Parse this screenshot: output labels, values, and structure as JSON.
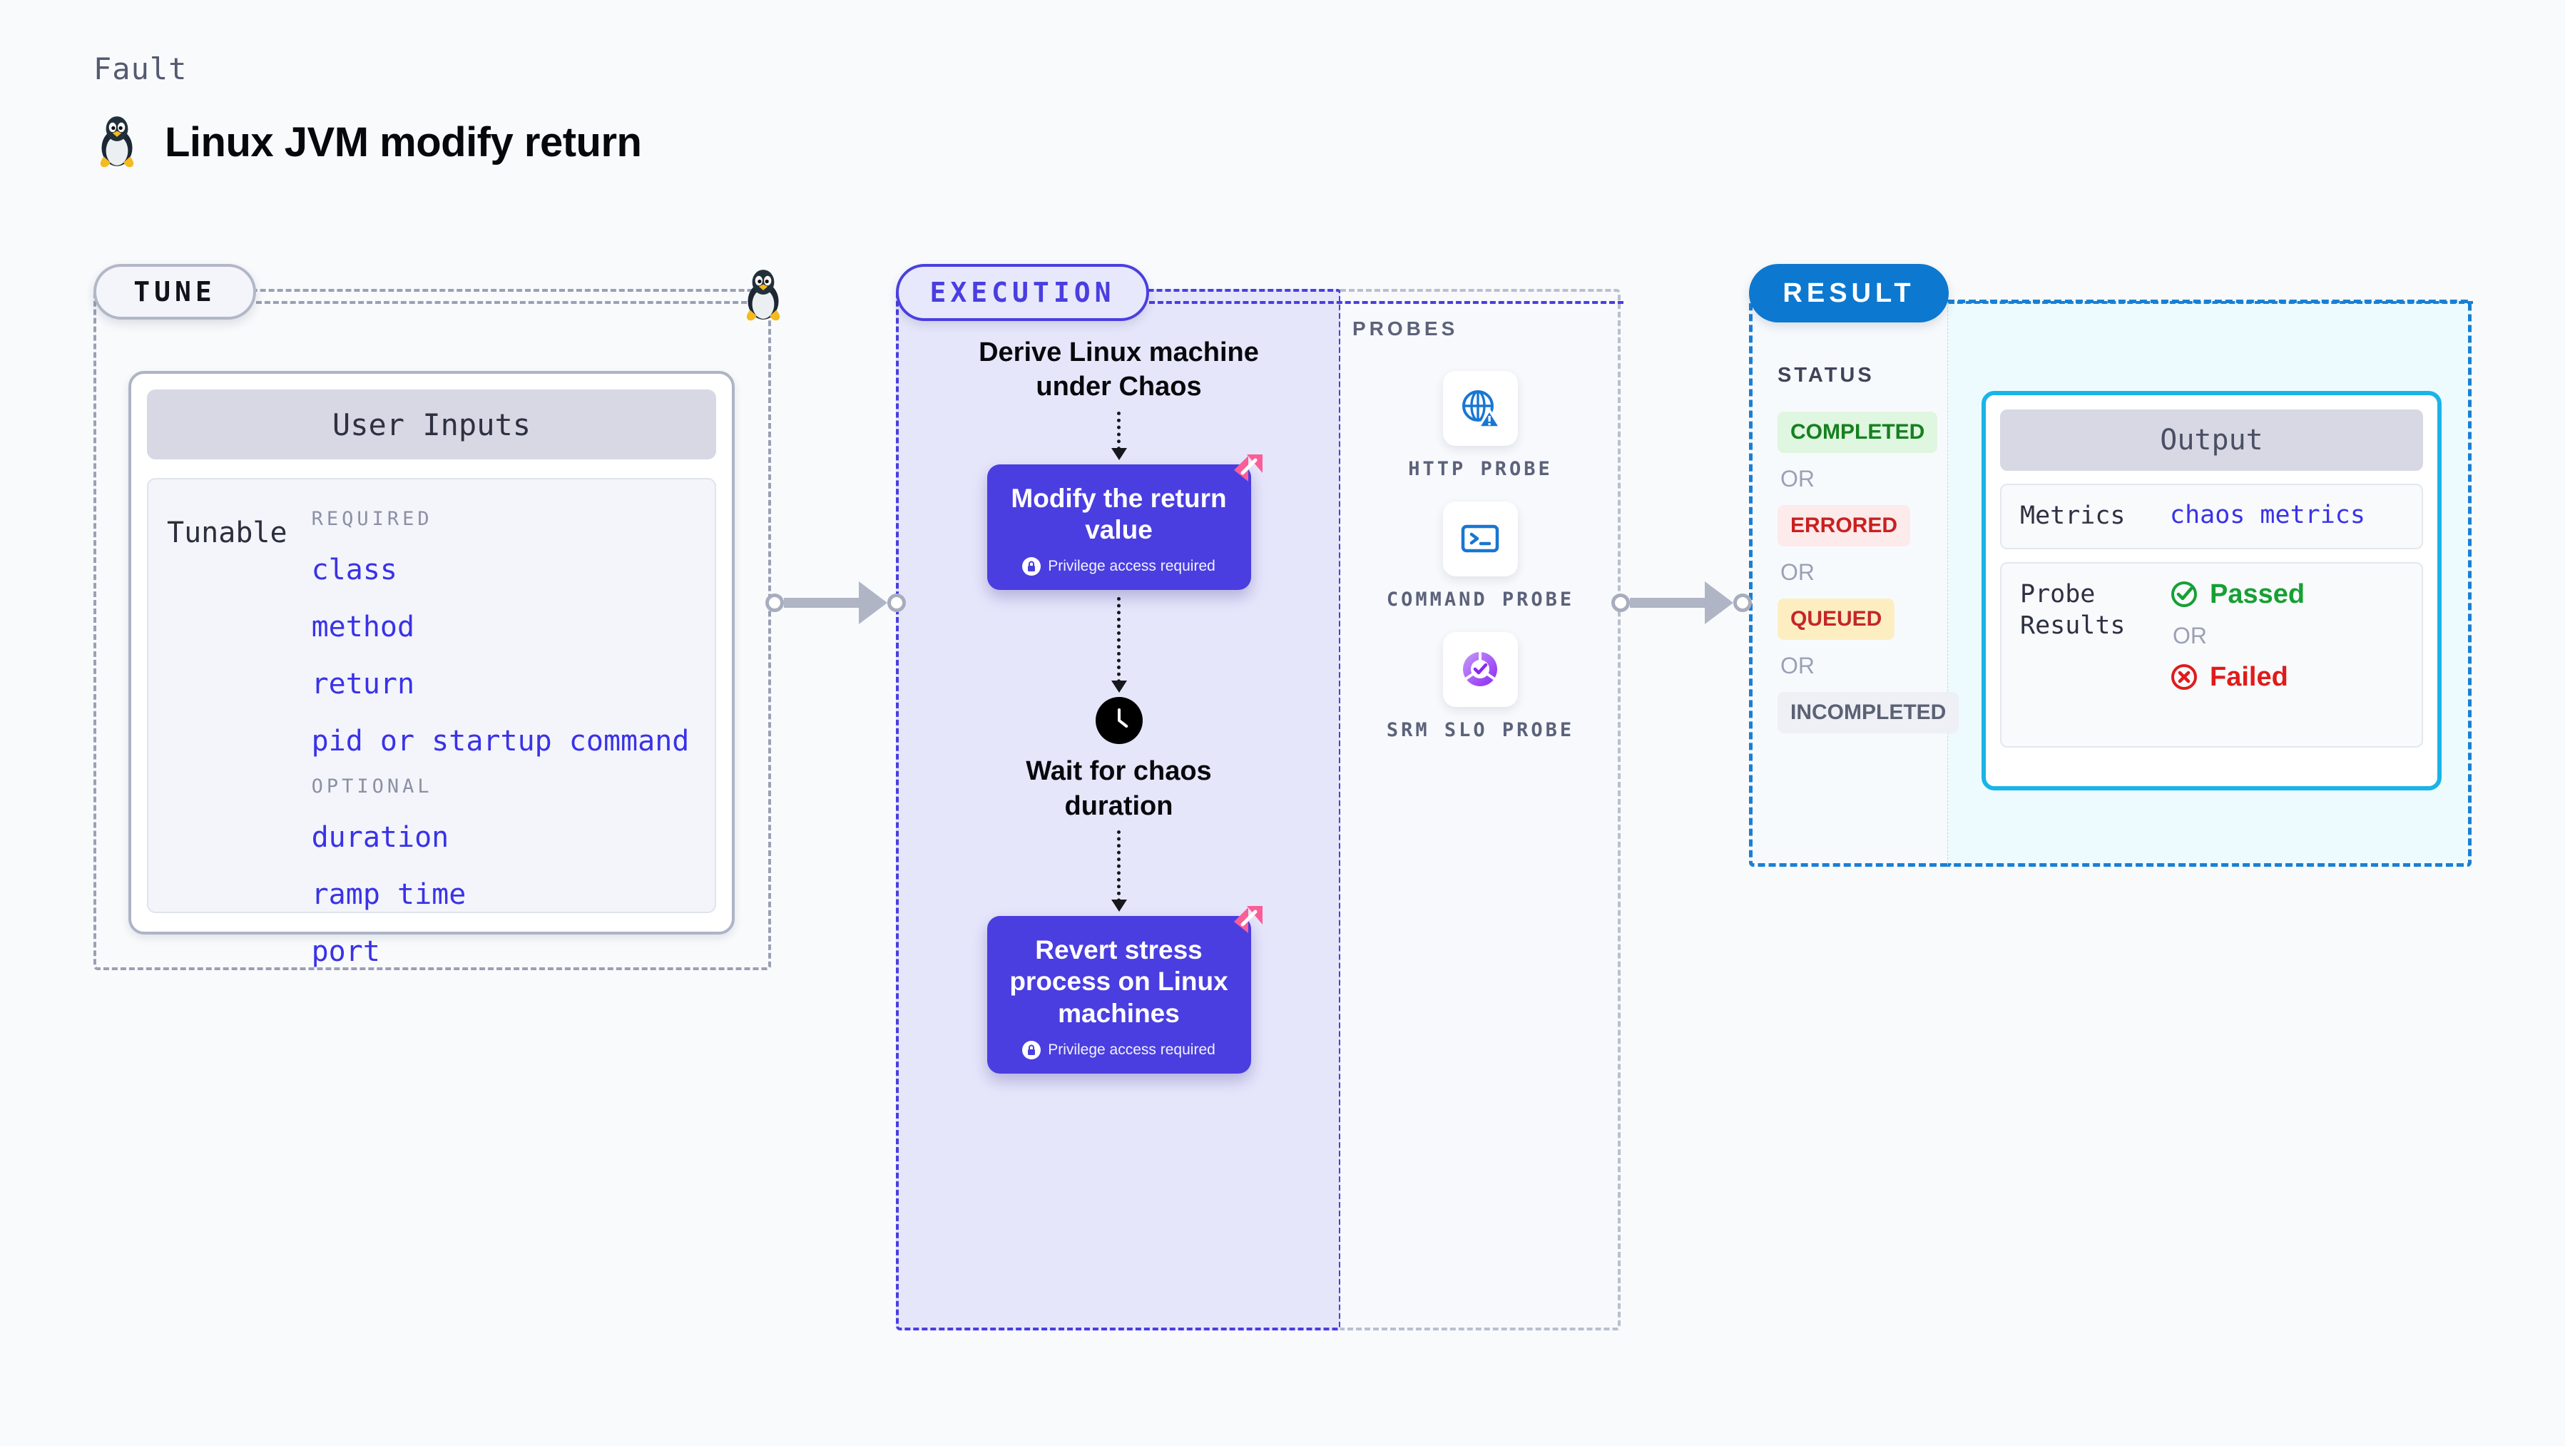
{
  "header": {
    "kicker": "Fault",
    "title": "Linux JVM modify return",
    "icon": "linux-tux-icon"
  },
  "stages": {
    "tune": "TUNE",
    "execution": "EXECUTION",
    "result": "RESULT"
  },
  "tune": {
    "card_title": "User Inputs",
    "row_label": "Tunable",
    "required_label": "REQUIRED",
    "optional_label": "OPTIONAL",
    "required": [
      "class",
      "method",
      "return",
      "pid or startup command"
    ],
    "optional": [
      "duration",
      "ramp time",
      "port"
    ]
  },
  "execution": {
    "steps": [
      {
        "kind": "plain",
        "text": "Derive Linux machine under Chaos"
      },
      {
        "kind": "card",
        "text": "Modify the return value",
        "note": "Privilege access required",
        "privileged": true,
        "corner": "revert-badge"
      },
      {
        "kind": "clock",
        "text": "Wait for chaos duration"
      },
      {
        "kind": "card",
        "text": "Revert stress process on Linux machines",
        "note": "Privilege access required",
        "privileged": true,
        "corner": "revert-badge"
      }
    ]
  },
  "probes": {
    "title": "PROBES",
    "items": [
      {
        "label": "HTTP PROBE",
        "icon": "globe-warning-icon"
      },
      {
        "label": "COMMAND PROBE",
        "icon": "terminal-icon"
      },
      {
        "label": "SRM SLO PROBE",
        "icon": "slo-donut-check-icon"
      }
    ]
  },
  "status": {
    "title": "STATUS",
    "or_label": "OR",
    "items": [
      {
        "label": "COMPLETED",
        "bg": "#dff6e0",
        "fg": "#16801f"
      },
      {
        "label": "ERRORED",
        "bg": "#fdeaea",
        "fg": "#c92020"
      },
      {
        "label": "QUEUED",
        "bg": "#fdeec2",
        "fg": "#c42727"
      },
      {
        "label": "INCOMPLETED",
        "bg": "#eef0f5",
        "fg": "#5c6275"
      }
    ]
  },
  "output": {
    "title": "Output",
    "metrics_key": "Metrics",
    "metrics_value": "chaos metrics",
    "probe_key": "Probe\nResults",
    "or_label": "OR",
    "passed": "Passed",
    "failed": "Failed"
  },
  "colors": {
    "accent_purple": "#4a3ee0",
    "accent_blue": "#0d78cf",
    "cyan": "#1ab4e8",
    "pink": "#fa5e96",
    "pass_green": "#16a034",
    "fail_red": "#e01b1b"
  }
}
